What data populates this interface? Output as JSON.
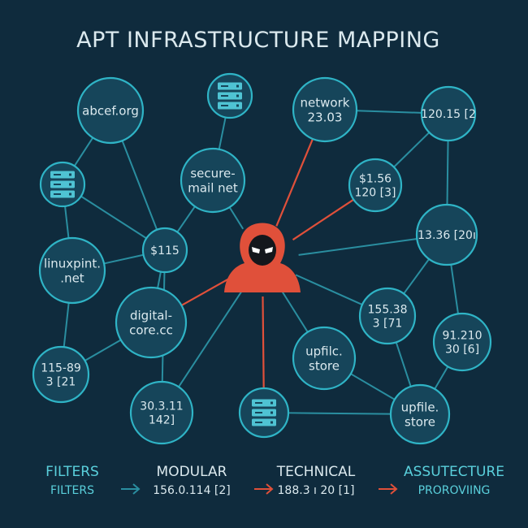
{
  "title": "APT INFRASTRUCTURE MAPPING",
  "colors": {
    "background": "#0f2b3d",
    "node_fill": "#16455a",
    "node_stroke": "#2fb4c6",
    "edge": "#2a8ea0",
    "threat": "#e0503a",
    "text_light": "#dbe9ee",
    "accent_text": "#5ad0dc"
  },
  "nodes": [
    {
      "id": "abcef",
      "kind": "circle",
      "lines": [
        "abcef.org"
      ]
    },
    {
      "id": "server-top",
      "kind": "icon",
      "icon": "server-icon",
      "lines": []
    },
    {
      "id": "network",
      "kind": "circle",
      "lines": [
        "network",
        "23.03"
      ]
    },
    {
      "id": "ip-120",
      "kind": "circle",
      "lines": [
        "120.15 [2"
      ]
    },
    {
      "id": "server-left",
      "kind": "icon",
      "icon": "server-icon",
      "lines": []
    },
    {
      "id": "secure-mail",
      "kind": "circle",
      "lines": [
        "secure-",
        "mail net"
      ]
    },
    {
      "id": "cost-156",
      "kind": "circle",
      "lines": [
        "$1.56",
        "120 [3]"
      ]
    },
    {
      "id": "ip-1336",
      "kind": "circle",
      "lines": [
        "13.36 [20ı"
      ]
    },
    {
      "id": "linuxpint",
      "kind": "circle",
      "lines": [
        "linuxpint.",
        ".net"
      ]
    },
    {
      "id": "cost-115",
      "kind": "circle",
      "lines": [
        "$115"
      ]
    },
    {
      "id": "digital-core",
      "kind": "circle",
      "lines": [
        "digital-",
        "core.cc"
      ]
    },
    {
      "id": "ip-15538",
      "kind": "circle",
      "lines": [
        "155.38",
        "3 [71"
      ]
    },
    {
      "id": "ip-91210",
      "kind": "circle",
      "lines": [
        "91.210",
        "30 [6]"
      ]
    },
    {
      "id": "upfilc",
      "kind": "circle",
      "lines": [
        "upfilc.",
        "store"
      ]
    },
    {
      "id": "ip-11589",
      "kind": "circle",
      "lines": [
        "115-89",
        "3 [21"
      ]
    },
    {
      "id": "ip-30311",
      "kind": "circle",
      "lines": [
        "30.3.11",
        "142]"
      ]
    },
    {
      "id": "server-bottom",
      "kind": "icon",
      "icon": "server-icon",
      "lines": []
    },
    {
      "id": "upfile",
      "kind": "circle",
      "lines": [
        "upfile.",
        "store"
      ]
    }
  ],
  "threat_actor": {
    "icon": "hooded-hacker-icon"
  },
  "edges": [
    {
      "from": "abcef",
      "to": "cost-115",
      "style": "normal"
    },
    {
      "from": "abcef",
      "to": "server-left",
      "style": "normal"
    },
    {
      "from": "server-top",
      "to": "secure-mail",
      "style": "normal"
    },
    {
      "from": "secure-mail",
      "to": "cost-115",
      "style": "normal"
    },
    {
      "from": "secure-mail",
      "to": "hub",
      "style": "normal"
    },
    {
      "from": "server-left",
      "to": "linuxpint",
      "style": "normal"
    },
    {
      "from": "server-left",
      "to": "cost-115",
      "style": "normal"
    },
    {
      "from": "linuxpint",
      "to": "cost-115",
      "style": "normal"
    },
    {
      "from": "linuxpint",
      "to": "ip-11589",
      "style": "normal"
    },
    {
      "from": "cost-115",
      "to": "digital-core",
      "style": "normal"
    },
    {
      "from": "cost-115",
      "to": "ip-30311",
      "style": "normal"
    },
    {
      "from": "digital-core",
      "to": "ip-11589",
      "style": "normal"
    },
    {
      "from": "network",
      "to": "ip-120",
      "style": "normal"
    },
    {
      "from": "network",
      "to": "hub",
      "style": "threat"
    },
    {
      "from": "ip-120",
      "to": "ip-1336",
      "style": "normal"
    },
    {
      "from": "ip-120",
      "to": "cost-156",
      "style": "normal"
    },
    {
      "from": "cost-156",
      "to": "hub",
      "style": "threat"
    },
    {
      "from": "hub",
      "to": "ip-1336",
      "style": "normal"
    },
    {
      "from": "hub",
      "to": "digital-core",
      "style": "threat"
    },
    {
      "from": "hub",
      "to": "ip-30311",
      "style": "normal"
    },
    {
      "from": "hub",
      "to": "server-bottom",
      "style": "threat"
    },
    {
      "from": "hub",
      "to": "upfilc",
      "style": "normal"
    },
    {
      "from": "hub",
      "to": "ip-15538",
      "style": "normal"
    },
    {
      "from": "ip-1336",
      "to": "ip-15538",
      "style": "normal"
    },
    {
      "from": "ip-1336",
      "to": "ip-91210",
      "style": "normal"
    },
    {
      "from": "ip-15538",
      "to": "upfile",
      "style": "normal"
    },
    {
      "from": "ip-91210",
      "to": "upfile",
      "style": "normal"
    },
    {
      "from": "upfilc",
      "to": "upfile",
      "style": "normal"
    },
    {
      "from": "server-bottom",
      "to": "upfile",
      "style": "normal"
    }
  ],
  "footer": [
    {
      "title": "FILTERS",
      "sub": "FILTERS",
      "title_color": "accent",
      "sub_color": "accent"
    },
    {
      "title": "MODULAR",
      "sub": "156.0.114 [2]",
      "title_color": "light",
      "sub_color": "light"
    },
    {
      "title": "TECHNICAL",
      "sub": "188.3 ı 20 [1]",
      "title_color": "light",
      "sub_color": "light"
    },
    {
      "title": "ASSUTECTURE",
      "sub": "PROROVIING",
      "title_color": "accent",
      "sub_color": "accent"
    }
  ],
  "footer_arrows": [
    {
      "style": "muted",
      "icon": "arrow-right-icon"
    },
    {
      "style": "threat",
      "icon": "arrow-right-icon"
    },
    {
      "style": "threat",
      "icon": "arrow-right-icon"
    }
  ]
}
